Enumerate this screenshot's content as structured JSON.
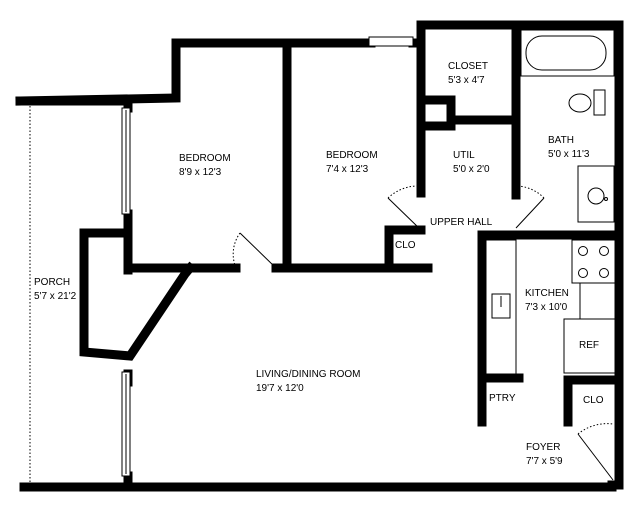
{
  "rooms": {
    "closet": {
      "name": "CLOSET",
      "size": "5'3 x 4'7"
    },
    "bedroom1": {
      "name": "BEDROOM",
      "size": "8'9 x 12'3"
    },
    "bedroom2": {
      "name": "BEDROOM",
      "size": "7'4 x 12'3"
    },
    "util": {
      "name": "UTIL",
      "size": "5'0 x 2'0"
    },
    "bath": {
      "name": "BATH",
      "size": "5'0 x 11'3"
    },
    "upper_hall": {
      "name": "UPPER HALL"
    },
    "clo_hall": {
      "name": "CLO"
    },
    "kitchen": {
      "name": "KITCHEN",
      "size": "7'3 x 10'0"
    },
    "porch": {
      "name": "PORCH",
      "size": "5'7 x 21'2"
    },
    "living": {
      "name": "LIVING/DINING ROOM",
      "size": "19'7 x 12'0"
    },
    "ref": {
      "name": "REF"
    },
    "ptry": {
      "name": "PTRY"
    },
    "clo_foyer": {
      "name": "CLO"
    },
    "foyer": {
      "name": "FOYER",
      "size": "7'7 x 5'9"
    }
  }
}
